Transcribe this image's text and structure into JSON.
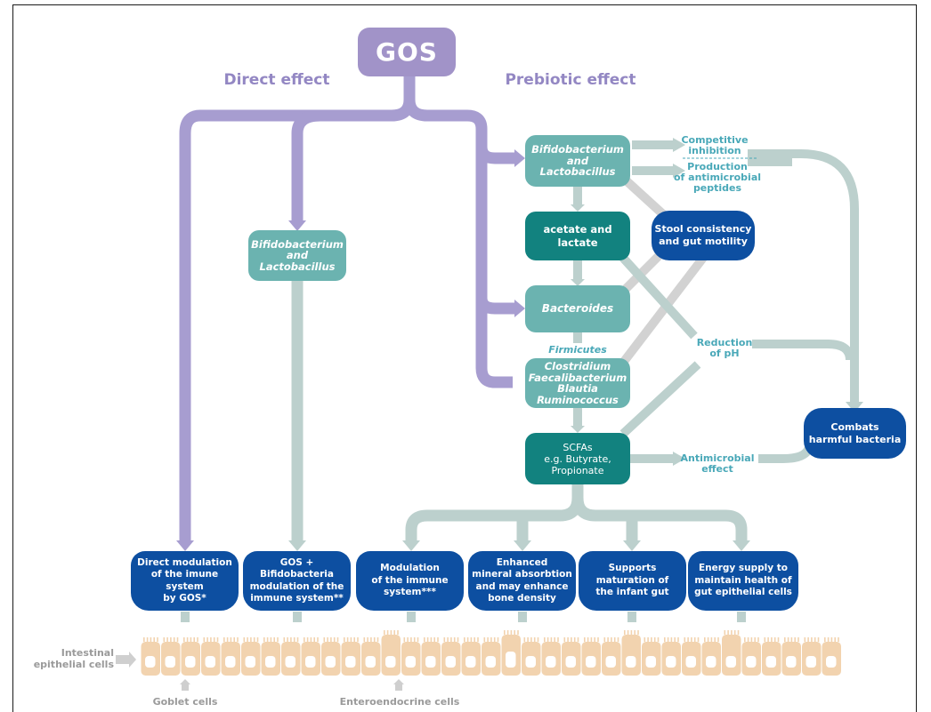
{
  "gos": {
    "label": "GOS"
  },
  "headings": {
    "direct": "Direct effect",
    "prebiotic": "Prebiotic effect"
  },
  "left_bifido": {
    "label": "Bifidobacterium\nand\nLactobacillus"
  },
  "right_bifido": {
    "label": "Bifidobacterium\nand\nLactobacillus"
  },
  "acetate": {
    "label": "acetate and\nlactate"
  },
  "bacteroides": {
    "label": "Bacteroides"
  },
  "firmicutes": {
    "label": "Firmicutes"
  },
  "clostridium": {
    "label": "Clostridium\nFaecalibacterium\nBlautia\nRuminococcus"
  },
  "scfas": {
    "label": "SCFAs\ne.g. Butyrate,\nPropionate"
  },
  "stool": {
    "label": "Stool consistency\nand gut motility"
  },
  "combats": {
    "label": "Combats\nharmful bacteria"
  },
  "effects": {
    "competitive": "Competitive\ninhibition",
    "antimicrobial_peptides": "Production\nof antimicrobial\npeptides",
    "reduction_ph": "Reduction\nof pH",
    "antimicrobial_effect": "Antimicrobial\neffect"
  },
  "outcomes": [
    "Direct modulation\nof the imune system\nby GOS*",
    "GOS + Bifidobacteria\nmodulation of the\nimmune system**",
    "Modulation\nof the immune\nsystem***",
    "Enhanced\nmineral absorbtion\nand may enhance\nbone density",
    "Supports\nmaturation of\nthe infant gut",
    "Energy supply to\nmaintain health of\ngut epithelial cells"
  ],
  "epithelium": {
    "intestinal_label": "Intestinal\nepithelial cells",
    "goblet_label": "Goblet cells",
    "enteroendocrine_label": "Enteroendocrine cells"
  },
  "colors": {
    "purple": "#a79dd0",
    "teal_light": "#6bb3b0",
    "teal_dark": "#12827f",
    "navy": "#0d4fa1",
    "grey_teal": "#bcd0cd",
    "grey": "#cfcfcf",
    "tan": "#f2d3af"
  }
}
